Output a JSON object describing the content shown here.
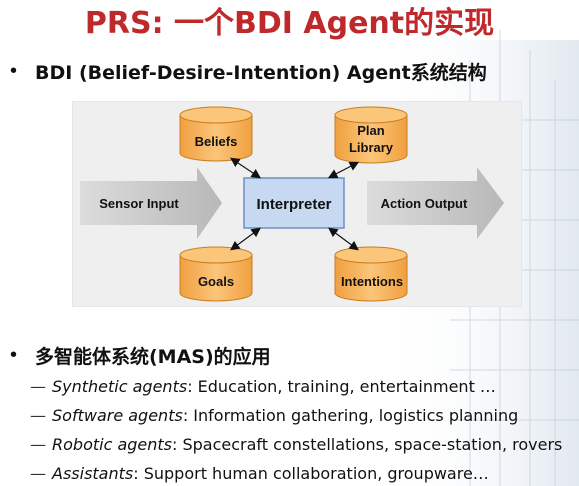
{
  "title": "PRS: 一个BDI Agent的实现",
  "bullet1": "BDI (Belief-Desire-Intention) Agent系统结构",
  "bullet2": "多智能体系统(MAS)的应用",
  "diagram": {
    "beliefs": "Beliefs",
    "plan_library_line1": "Plan",
    "plan_library_line2": "Library",
    "interpreter": "Interpreter",
    "goals": "Goals",
    "intentions": "Intentions",
    "sensor_input": "Sensor Input",
    "action_output": "Action Output"
  },
  "applications": [
    {
      "dash": "—",
      "term": "Synthetic agents",
      "desc": ": Education, training, entertainment …"
    },
    {
      "dash": "—",
      "term": "Software agents",
      "desc": ":  Information gathering, logistics planning"
    },
    {
      "dash": "—",
      "term": "Robotic agents",
      "desc": ":  Spacecraft constellations, space-station, rovers"
    },
    {
      "dash": "—",
      "term": "Assistants",
      "desc": ":  Support human collaboration, groupware…"
    }
  ],
  "colors": {
    "title": "#c0292b",
    "cylinder_fill": "#f7b35a",
    "interpreter_fill": "#c6d9f1",
    "arrow_fill": "#d0d0d0",
    "diagram_bg": "#efefef"
  }
}
